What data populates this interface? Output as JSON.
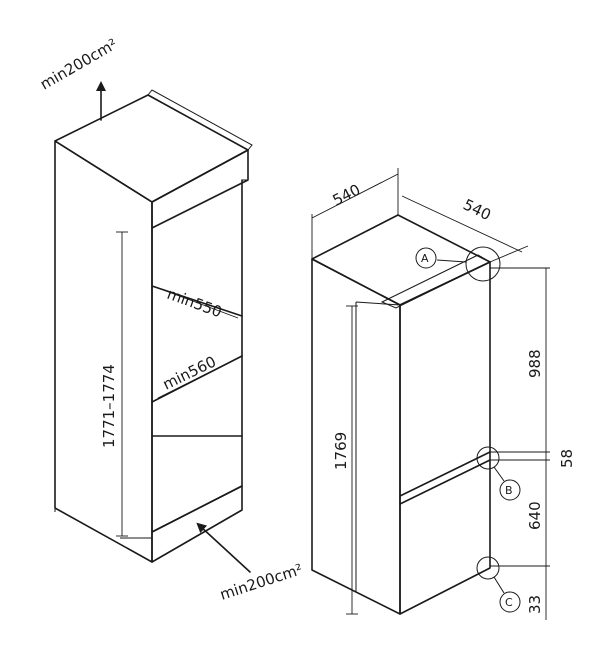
{
  "niche": {
    "vent_top": "min200cm²",
    "vent_bottom": "min200cm²",
    "height": "1771–1774",
    "width_top": "min550",
    "width_bottom": "min560"
  },
  "appliance": {
    "width": "540",
    "depth": "540",
    "height": "1769",
    "dim_upper": "988",
    "dim_gap": "58",
    "dim_lower": "640",
    "dim_bottom": "33",
    "callout_a": "A",
    "callout_b": "B",
    "callout_c": "C"
  }
}
